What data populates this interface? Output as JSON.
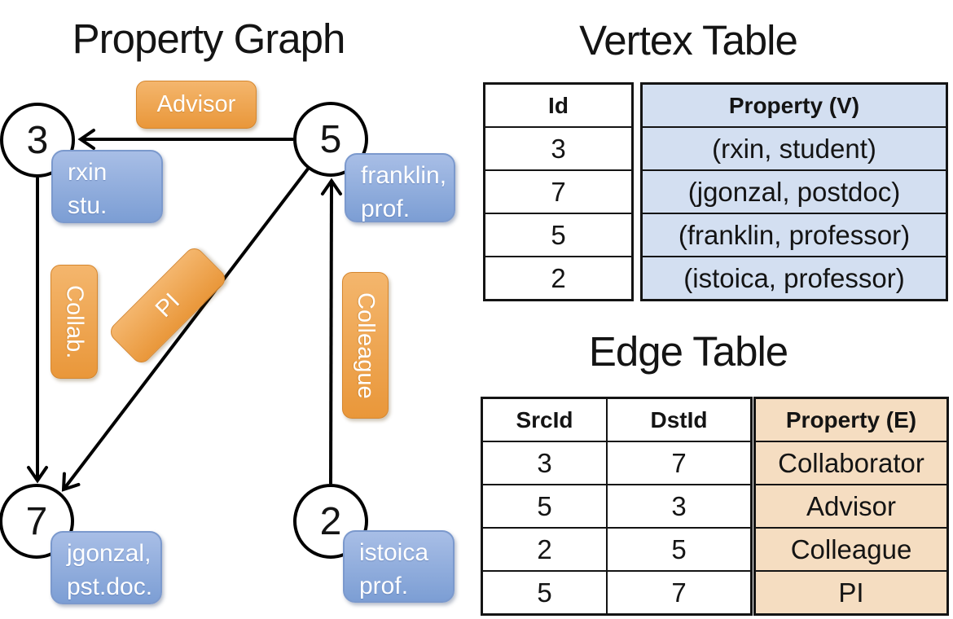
{
  "titles": {
    "graph": "Property Graph",
    "vertex_table": "Vertex Table",
    "edge_table": "Edge Table"
  },
  "colors": {
    "edge_label_orange": "#e9973a",
    "vertex_property_blue": "#8faddc",
    "vertex_table_fill": "#d3dff1",
    "edge_table_fill": "#f5ddc1",
    "line_color": "#000000"
  },
  "graph": {
    "nodes": [
      {
        "id": "3",
        "label_line1": "rxin",
        "label_line2": "stu."
      },
      {
        "id": "5",
        "label_line1": "franklin,",
        "label_line2": "prof."
      },
      {
        "id": "7",
        "label_line1": "jgonzal,",
        "label_line2": "pst.doc."
      },
      {
        "id": "2",
        "label_line1": "istoica",
        "label_line2": "prof."
      }
    ],
    "edge_labels": [
      {
        "text": "Advisor"
      },
      {
        "text": "Collab."
      },
      {
        "text": "PI"
      },
      {
        "text": "Colleague"
      }
    ]
  },
  "vertex_table": {
    "headers": {
      "id": "Id",
      "property": "Property (V)"
    },
    "rows": [
      {
        "id": "3",
        "property": "(rxin, student)"
      },
      {
        "id": "7",
        "property": "(jgonzal, postdoc)"
      },
      {
        "id": "5",
        "property": "(franklin, professor)"
      },
      {
        "id": "2",
        "property": "(istoica, professor)"
      }
    ]
  },
  "edge_table": {
    "headers": {
      "src": "SrcId",
      "dst": "DstId",
      "property": "Property (E)"
    },
    "rows": [
      {
        "src": "3",
        "dst": "7",
        "property": "Collaborator"
      },
      {
        "src": "5",
        "dst": "3",
        "property": "Advisor"
      },
      {
        "src": "2",
        "dst": "5",
        "property": "Colleague"
      },
      {
        "src": "5",
        "dst": "7",
        "property": "PI"
      }
    ]
  }
}
